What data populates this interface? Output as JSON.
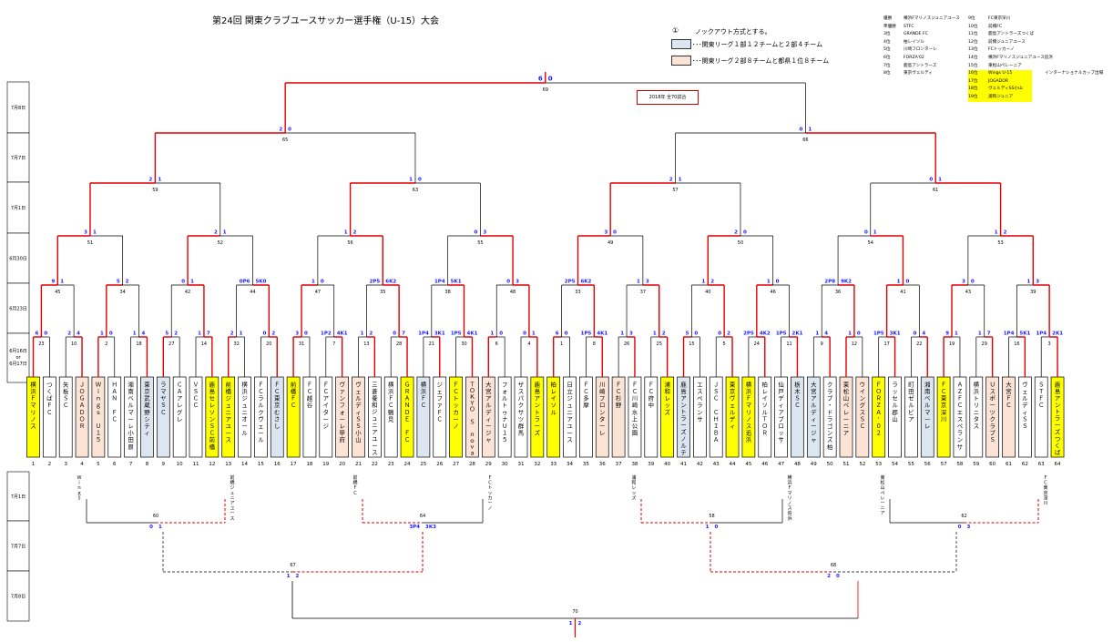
{
  "title": "第24回 関東クラブユースサッカー選手権（U-15）大会",
  "note": {
    "number": "①",
    "text": "ノックアウト方式とする。",
    "legend": [
      {
        "text": "･･･関東リーグ１部１２チームと２部４チーム",
        "color": "#dce6f1"
      },
      {
        "text": "･･･関東リーグ２部８チームと都県１位８チーム",
        "color": "#fbe4d5"
      }
    ]
  },
  "champion_box": "2018年 全70試合",
  "rankings_left": [
    {
      "rank": "優勝",
      "team": "横浜Fマリノスジュニアユース"
    },
    {
      "rank": "準優勝",
      "team": "STFC"
    },
    {
      "rank": "3位",
      "team": "GRANDE FC"
    },
    {
      "rank": "4位",
      "team": "柏レイソル"
    },
    {
      "rank": "5位",
      "team": "川崎フロンターレ"
    },
    {
      "rank": "6位",
      "team": "FORZA'02"
    },
    {
      "rank": "7位",
      "team": "鹿島アントラーズ"
    },
    {
      "rank": "8位",
      "team": "東京ヴェルディ"
    }
  ],
  "rankings_right": [
    {
      "rank": "9位",
      "team": "FC東京深川",
      "hl": false
    },
    {
      "rank": "10位",
      "team": "前橋FC",
      "hl": false
    },
    {
      "rank": "11位",
      "team": "鹿島アントラーズつくば",
      "hl": false
    },
    {
      "rank": "12位",
      "team": "前橋ジュニアユース",
      "hl": false
    },
    {
      "rank": "13位",
      "team": "FCトッカーノ",
      "hl": false
    },
    {
      "rank": "14位",
      "team": "横浜Fマリノスジュニアユース追浜",
      "hl": false
    },
    {
      "rank": "15位",
      "team": "東松山ペレーニア",
      "hl": false
    },
    {
      "rank": "16位",
      "team": "Wings U-15",
      "hl": true
    },
    {
      "rank": "17位",
      "team": "JOGADOR",
      "hl": true
    },
    {
      "rank": "18位",
      "team": "ヴェルディSS小山",
      "hl": true
    },
    {
      "rank": "19位",
      "team": "浦和ジュニア",
      "hl": true
    }
  ],
  "interhigh_note": "インターナショナルカップ出場",
  "rounds": [
    {
      "date": "7月8日"
    },
    {
      "date": "7月7日"
    },
    {
      "date": "7月1日"
    },
    {
      "date": "6月30日"
    },
    {
      "date": "6月23日"
    },
    {
      "date": "6月16日 or 6月17日"
    }
  ],
  "bottom_rounds": [
    {
      "date": "7月1日"
    },
    {
      "date": "7月7日"
    },
    {
      "date": "7月8日"
    }
  ],
  "teams": [
    {
      "no": "1",
      "name": "横浜Ｆマリノス",
      "fill": "y"
    },
    {
      "no": "2",
      "name": "つくばＦＣ",
      "fill": "w"
    },
    {
      "no": "3",
      "name": "矢板ＳＣ",
      "fill": "w"
    },
    {
      "no": "4",
      "name": "ＪＯＧＡＤＯＲ",
      "fill": "p"
    },
    {
      "no": "5",
      "name": "Ｗｉｎｇｓ Ｕ１５",
      "fill": "p"
    },
    {
      "no": "6",
      "name": "ＨＡＮ ＦＣ",
      "fill": "w"
    },
    {
      "no": "7",
      "name": "湘南ベルマーレ小田原",
      "fill": "w"
    },
    {
      "no": "8",
      "name": "東京武蔵野シティ",
      "fill": "b"
    },
    {
      "no": "9",
      "name": "ラマヤＳＣ",
      "fill": "b"
    },
    {
      "no": "10",
      "name": "ＣＡアレグレ",
      "fill": "w"
    },
    {
      "no": "11",
      "name": "ＶＳＣＣ",
      "fill": "w"
    },
    {
      "no": "12",
      "name": "鹿島セレソンＳＣ前橋",
      "fill": "y"
    },
    {
      "no": "13",
      "name": "前橋ジュニアユース",
      "fill": "y"
    },
    {
      "no": "14",
      "name": "横浜ジュニオール",
      "fill": "w"
    },
    {
      "no": "15",
      "name": "ＦＣラルクヴェール",
      "fill": "w"
    },
    {
      "no": "16",
      "name": "ＦＣ東京むさし",
      "fill": "b"
    },
    {
      "no": "17",
      "name": "前橋ＦＣ",
      "fill": "y"
    },
    {
      "no": "18",
      "name": "ＦＣ越谷",
      "fill": "w"
    },
    {
      "no": "19",
      "name": "ＦＣアイタージ",
      "fill": "w"
    },
    {
      "no": "20",
      "name": "ヴァンフォーレ甲府",
      "fill": "p"
    },
    {
      "no": "21",
      "name": "ヴェルディＳＳ小山",
      "fill": "p"
    },
    {
      "no": "22",
      "name": "三菱養和ジュニアユース",
      "fill": "w"
    },
    {
      "no": "23",
      "name": "横浜ＦＣ鶴見",
      "fill": "w"
    },
    {
      "no": "24",
      "name": "ＧＲＡＮＤＥ ＦＣ",
      "fill": "y"
    },
    {
      "no": "25",
      "name": "横浜ＦＣ",
      "fill": "b"
    },
    {
      "no": "26",
      "name": "ジェファＦＣ",
      "fill": "w"
    },
    {
      "no": "27",
      "name": "ＦＣトッカーノ",
      "fill": "y"
    },
    {
      "no": "28",
      "name": "ＴＯＫＹＯ Ｓ ｎｏｖａ",
      "fill": "p"
    },
    {
      "no": "29",
      "name": "大宮アルディージャ",
      "fill": "p"
    },
    {
      "no": "30",
      "name": "フォルトゥナＵ１５",
      "fill": "w"
    },
    {
      "no": "31",
      "name": "ザスパクサツ群馬",
      "fill": "w"
    },
    {
      "no": "32",
      "name": "鹿島アントラーズ",
      "fill": "y"
    },
    {
      "no": "33",
      "name": "柏レイソル",
      "fill": "y"
    },
    {
      "no": "34",
      "name": "日立ジュニアユース",
      "fill": "w"
    },
    {
      "no": "35",
      "name": "ＦＣ多摩",
      "fill": "w"
    },
    {
      "no": "36",
      "name": "川崎フロンターレ",
      "fill": "p"
    },
    {
      "no": "37",
      "name": "ＦＣ杉野",
      "fill": "p"
    },
    {
      "no": "38",
      "name": "ＦＣ川崎水上公園",
      "fill": "w"
    },
    {
      "no": "39",
      "name": "ＦＣ府中",
      "fill": "w"
    },
    {
      "no": "40",
      "name": "浦和レッズ",
      "fill": "y"
    },
    {
      "no": "41",
      "name": "鹿島アントラーズノルテ",
      "fill": "b"
    },
    {
      "no": "42",
      "name": "エスペランサ",
      "fill": "w"
    },
    {
      "no": "43",
      "name": "ＪＳＣ ＣＨＩＢＡ",
      "fill": "w"
    },
    {
      "no": "44",
      "name": "東京ヴェルディ",
      "fill": "y"
    },
    {
      "no": "45",
      "name": "横浜Ｆマリノス追浜",
      "fill": "y"
    },
    {
      "no": "46",
      "name": "柏レイソルＴＯＲ",
      "fill": "w"
    },
    {
      "no": "47",
      "name": "仙戸ディアブロッサ",
      "fill": "w"
    },
    {
      "no": "48",
      "name": "栃木ＳＣ",
      "fill": "b"
    },
    {
      "no": "49",
      "name": "大宮アルディージャ",
      "fill": "b"
    },
    {
      "no": "50",
      "name": "クラブ・ドラゴンズ柏",
      "fill": "w"
    },
    {
      "no": "51",
      "name": "東松山ペレーニア",
      "fill": "p"
    },
    {
      "no": "52",
      "name": "ウイングスＳＣ",
      "fill": "p"
    },
    {
      "no": "53",
      "name": "ＦＯＲＺＡ’０２",
      "fill": "y"
    },
    {
      "no": "54",
      "name": "ラッセル郡山",
      "fill": "w"
    },
    {
      "no": "55",
      "name": "町田ゼルビア",
      "fill": "w"
    },
    {
      "no": "56",
      "name": "湘南ベルマーレ",
      "fill": "b"
    },
    {
      "no": "57",
      "name": "ＦＣ東京深川",
      "fill": "y"
    },
    {
      "no": "58",
      "name": "ＡＺＦＣエスペランサ",
      "fill": "w"
    },
    {
      "no": "59",
      "name": "横浜トリニタス",
      "fill": "w"
    },
    {
      "no": "60",
      "name": "ＵスポーツクラブＳ",
      "fill": "p"
    },
    {
      "no": "61",
      "name": "大宮ＦＣ",
      "fill": "p"
    },
    {
      "no": "62",
      "name": "ヴェルディＳＳ",
      "fill": "w"
    },
    {
      "no": "63",
      "name": "ＳＴＦＣ",
      "fill": "w"
    },
    {
      "no": "64",
      "name": "鹿島アントラーズつくば",
      "fill": "y"
    }
  ],
  "r1_matches": [
    "23",
    "10",
    "2",
    "18",
    "27",
    "14",
    "32",
    "20",
    "31",
    "7",
    "13",
    "28",
    "21",
    "30",
    "6",
    "4",
    "1",
    "8",
    "26",
    "25",
    "15",
    "5",
    "24",
    "11",
    "9",
    "12",
    "17",
    "22",
    "19",
    "29",
    "16",
    "3"
  ],
  "r1_scores": [
    [
      "6",
      "0"
    ],
    [
      "2",
      "4"
    ],
    [
      "1",
      "0"
    ],
    [
      "1",
      "4"
    ],
    [
      "5",
      "2"
    ],
    [
      "1",
      "7"
    ],
    [
      "2",
      "1"
    ],
    [
      "0",
      "2"
    ],
    [
      "3",
      "0"
    ],
    [
      "1P2",
      "4K1"
    ],
    [
      "1",
      "2"
    ],
    [
      "0",
      "7"
    ],
    [
      "1P4",
      "3K1"
    ],
    [
      "1P5",
      "4K1"
    ],
    [
      "1",
      "0"
    ],
    [
      "0",
      "1"
    ],
    [
      "6",
      "0"
    ],
    [
      "1P5",
      "4K1"
    ],
    [
      "1",
      "3"
    ],
    [
      "1",
      "2"
    ],
    [
      "5",
      "0"
    ],
    [
      "0",
      "2"
    ],
    [
      "2P5",
      "4K2"
    ],
    [
      "1P5",
      "2K1"
    ],
    [
      "1",
      "4"
    ],
    [
      "1",
      "0"
    ],
    [
      "1P5",
      "3K1"
    ],
    [
      "0",
      "4"
    ],
    [
      "9",
      "1"
    ],
    [
      "1",
      "7"
    ],
    [
      "1P4",
      "5K1"
    ],
    [
      "1P4",
      "2K1"
    ]
  ],
  "r2_matches": [
    "45",
    "34",
    "42",
    "44",
    "47",
    "35",
    "38",
    "48",
    "33",
    "37",
    "40",
    "46",
    "36",
    "41",
    "43",
    "39"
  ],
  "r2_scores": [
    [
      "9",
      "1"
    ],
    [
      "5",
      "2"
    ],
    [
      "0",
      "1"
    ],
    [
      "0P6",
      "5K0"
    ],
    [
      "1",
      "0"
    ],
    [
      "2P5",
      "6K2"
    ],
    [
      "1P4",
      "5K1"
    ],
    [
      "0",
      "3"
    ],
    [
      "2P5",
      "6K2"
    ],
    [
      "1",
      "3"
    ],
    [
      "1",
      "2"
    ],
    [
      "1",
      "0"
    ],
    [
      "2P8",
      "9K2"
    ],
    [
      "1",
      "0"
    ],
    [
      "3",
      "0"
    ],
    [
      "1",
      "3"
    ]
  ],
  "r3_matches": [
    "51",
    "52",
    "56",
    "55",
    "49",
    "50",
    "54",
    "53"
  ],
  "r3_scores": [
    [
      "3",
      "1"
    ],
    [
      "2",
      "1"
    ],
    [
      "1",
      "2"
    ],
    [
      "0",
      "3"
    ],
    [
      "3",
      "0"
    ],
    [
      "2",
      "0"
    ],
    [
      "0",
      "1"
    ],
    [
      "1",
      "2"
    ]
  ],
  "qf_matches": [
    "59",
    "63",
    "57",
    "61"
  ],
  "qf_scores": [
    [
      "2",
      "1"
    ],
    [
      "1",
      "0"
    ],
    [
      "2",
      "1"
    ],
    [
      "0",
      "1"
    ]
  ],
  "sf_matches": [
    "65",
    "66"
  ],
  "sf_scores": [
    [
      "2",
      "0"
    ],
    [
      "0",
      "1"
    ]
  ],
  "final_match": "69",
  "final_score": [
    "6",
    "0"
  ],
  "consolation": {
    "r1": [
      {
        "match": "60",
        "left": "Ｗｉｎｇｓ",
        "right": "前橋ジュニアユース",
        "score": [
          "0",
          "1"
        ]
      },
      {
        "match": "64",
        "left": "前橋ＦＣ",
        "right": "ＦＣトッカーノ",
        "score": [
          "3P4",
          "3K3"
        ]
      },
      {
        "match": "58",
        "left": "浦和レッズ",
        "right": "横浜Ｆマリノス追浜",
        "score": [
          "1",
          "0"
        ]
      },
      {
        "match": "62",
        "left": "東松山ペレーニア",
        "right": "ＦＣ東京深川",
        "score": [
          "0",
          "3"
        ]
      }
    ],
    "r2": [
      {
        "match": "67",
        "score": [
          "1",
          "2"
        ]
      },
      {
        "match": "68",
        "score": [
          "2",
          "0"
        ]
      }
    ],
    "final": {
      "match": "70",
      "score": [
        "1",
        "2"
      ]
    }
  }
}
